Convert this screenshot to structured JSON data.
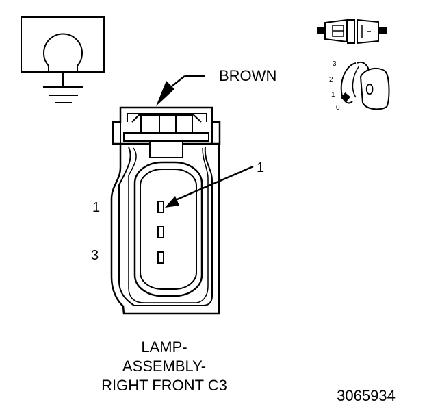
{
  "callouts": {
    "color_label": "BROWN",
    "pointer_label": "1"
  },
  "pins": {
    "left_labels": [
      "1",
      "3"
    ]
  },
  "keying": {
    "position_numbers": [
      "3",
      "2",
      "1",
      "0"
    ],
    "key_letter": "0"
  },
  "caption": {
    "lines": [
      "LAMP-",
      "ASSEMBLY-",
      "RIGHT FRONT C3"
    ]
  },
  "figure_number": "3065934"
}
